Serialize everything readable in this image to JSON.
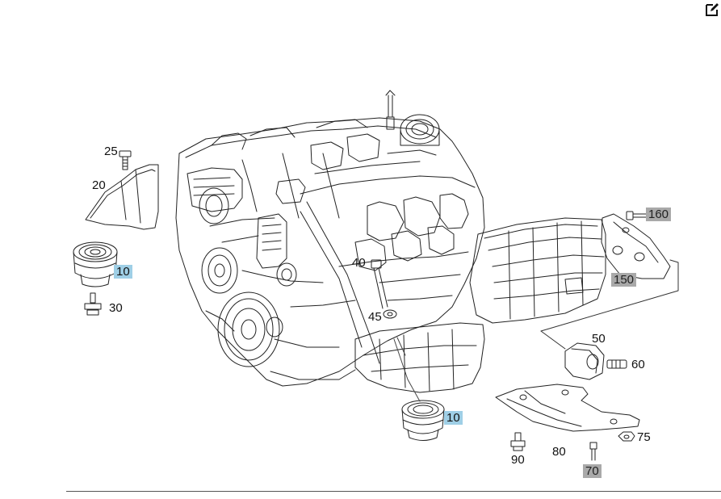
{
  "labels": {
    "p10a": "10",
    "p10b": "10",
    "p20": "20",
    "p25": "25",
    "p30": "30",
    "p40": "40",
    "p45": "45",
    "p50": "50",
    "p60": "60",
    "p70": "70",
    "p75": "75",
    "p80": "80",
    "p90": "90",
    "p150": "150",
    "p160": "160"
  },
  "highlight_colors": {
    "blue": "#9fcfe6",
    "gray": "#a9a9a9"
  },
  "icons": {
    "edit": "edit-icon"
  }
}
